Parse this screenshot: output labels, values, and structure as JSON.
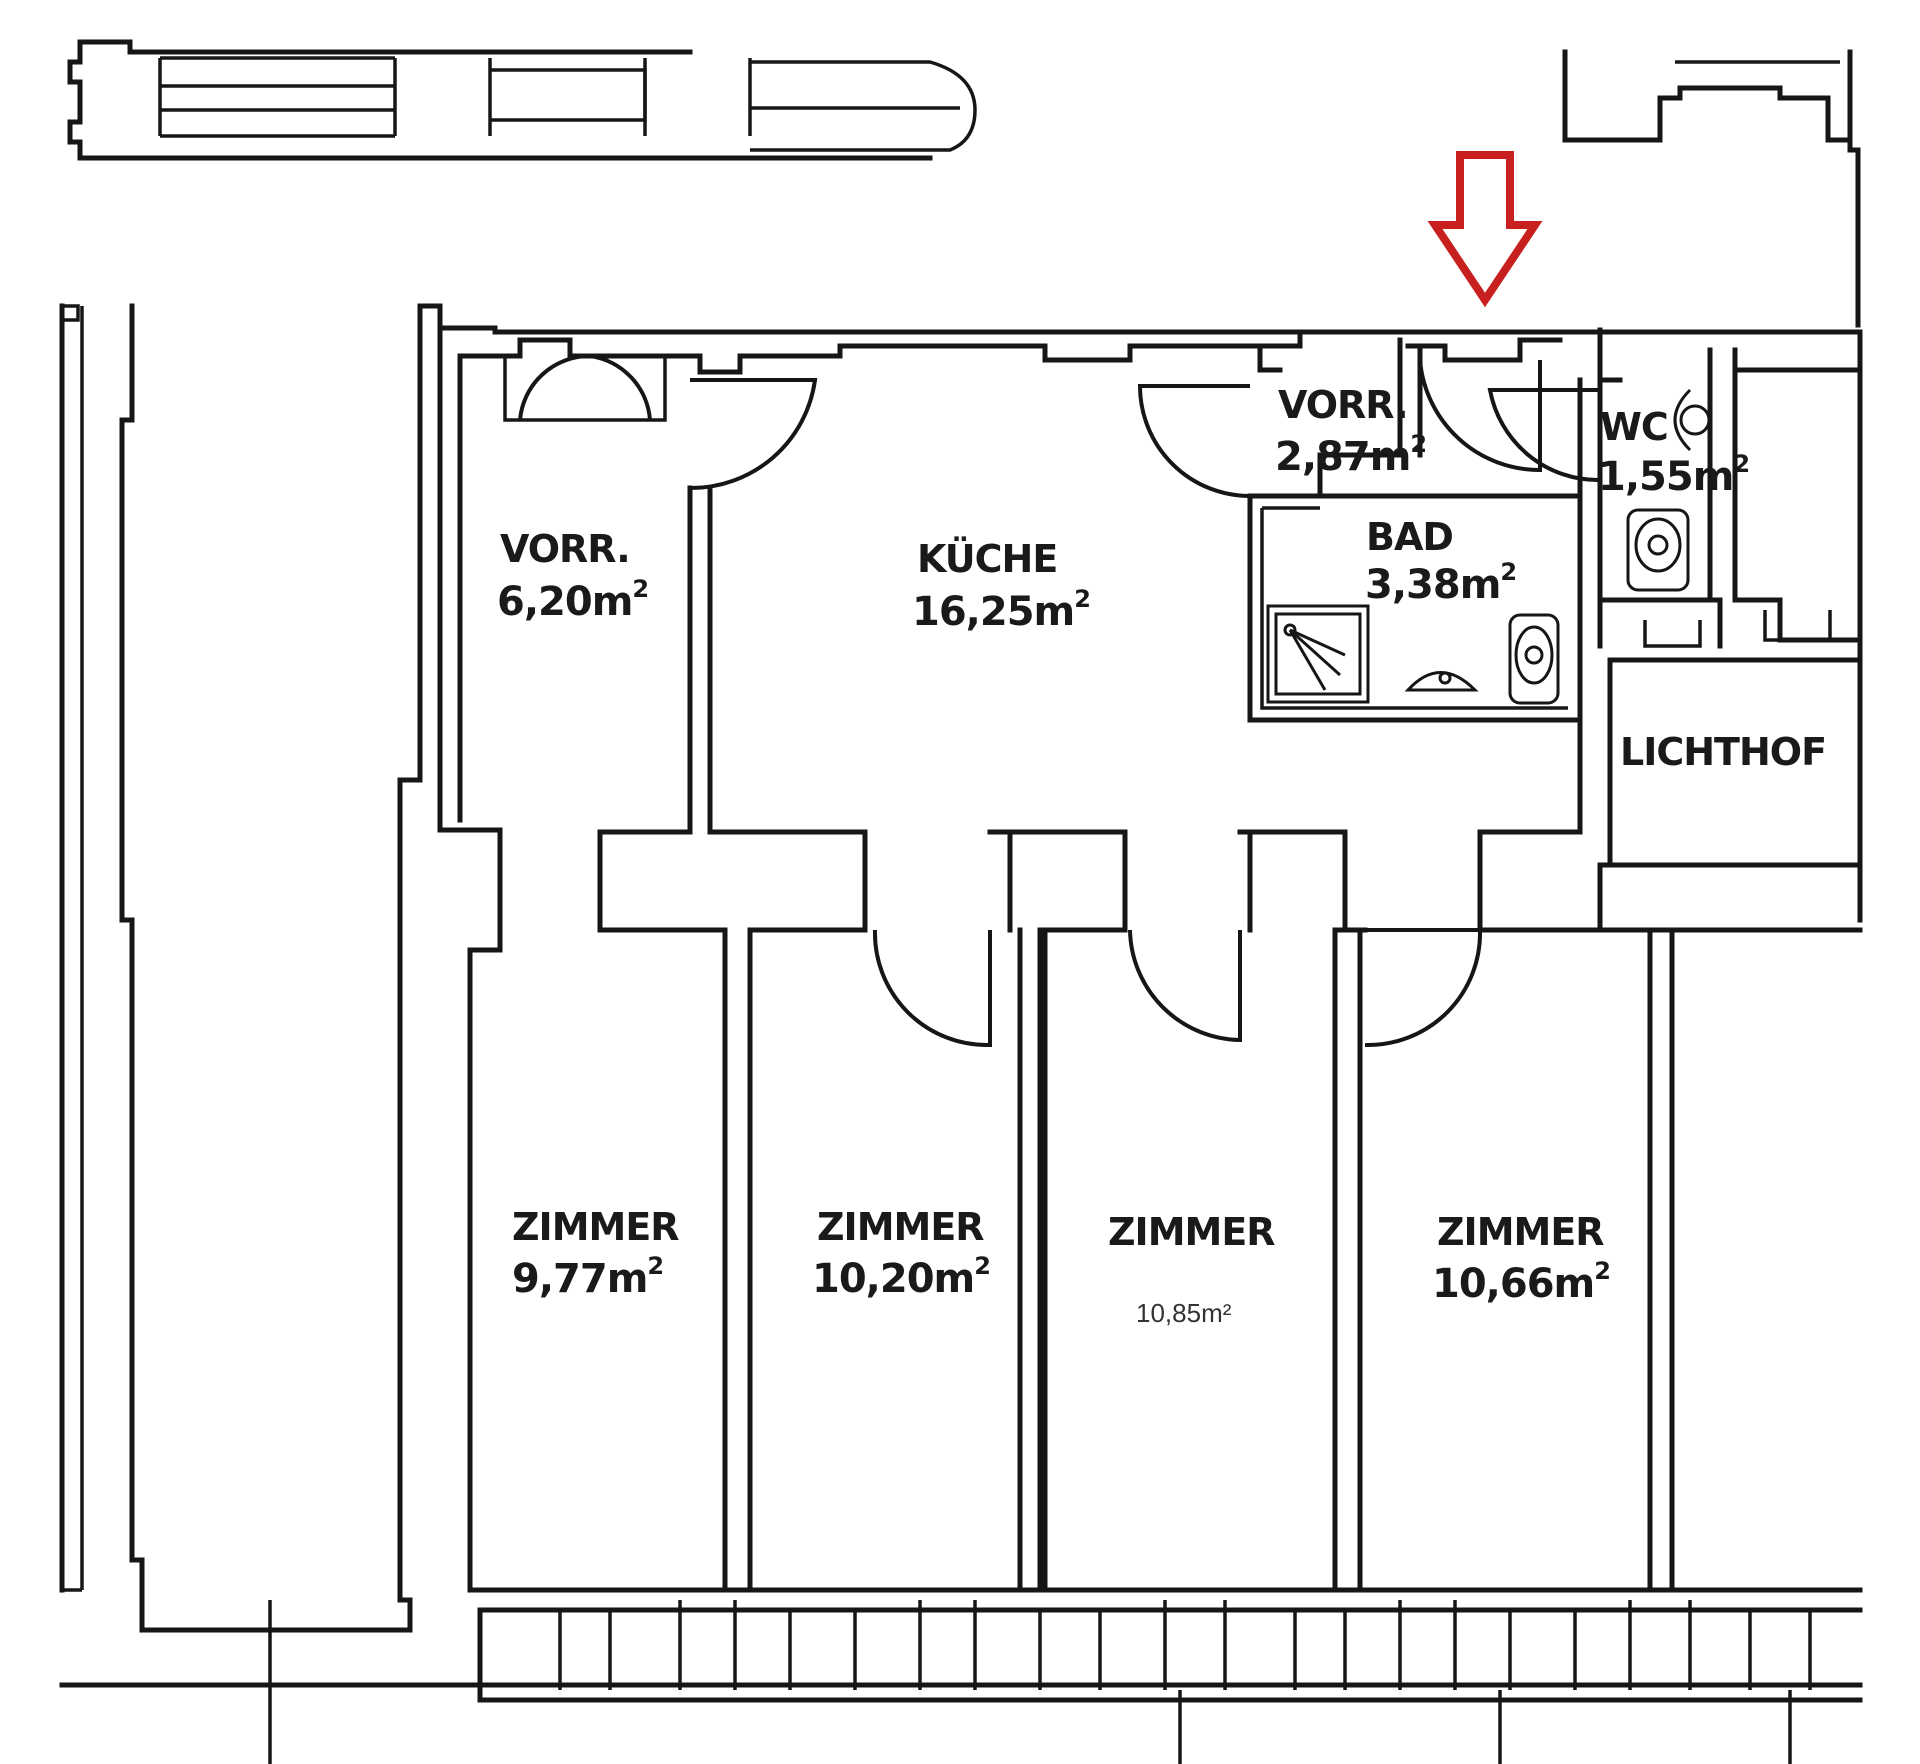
{
  "plan": {
    "rooms": {
      "vorr_main": {
        "name": "VORR.",
        "area": "6,20m",
        "sup": "2"
      },
      "kueche": {
        "name": "KÜCHE",
        "area": "16,25m",
        "sup": "2"
      },
      "vorr_small": {
        "name": "VORR.",
        "area": "2,87m",
        "sup": "2"
      },
      "wc": {
        "name": "WC",
        "area": "1,55m",
        "sup": "2"
      },
      "bad": {
        "name": "BAD",
        "area": "3,38m",
        "sup": "2"
      },
      "lichthof": {
        "name": "LICHTHOF"
      },
      "zimmer_1": {
        "name": "ZIMMER",
        "area": "9,77m",
        "sup": "2"
      },
      "zimmer_2": {
        "name": "ZIMMER",
        "area": "10,20m",
        "sup": "2"
      },
      "zimmer_3": {
        "name": "ZIMMER",
        "area": "10,85m²"
      },
      "zimmer_4": {
        "name": "ZIMMER",
        "area": "10,66m",
        "sup": "2"
      }
    },
    "colors": {
      "lines": "#161616",
      "entrance_arrow": "#c8201e"
    },
    "icons": [
      "entrance-arrow-icon",
      "shower-icon",
      "sink-icon",
      "toilet-icon",
      "door-swing-icon"
    ]
  }
}
